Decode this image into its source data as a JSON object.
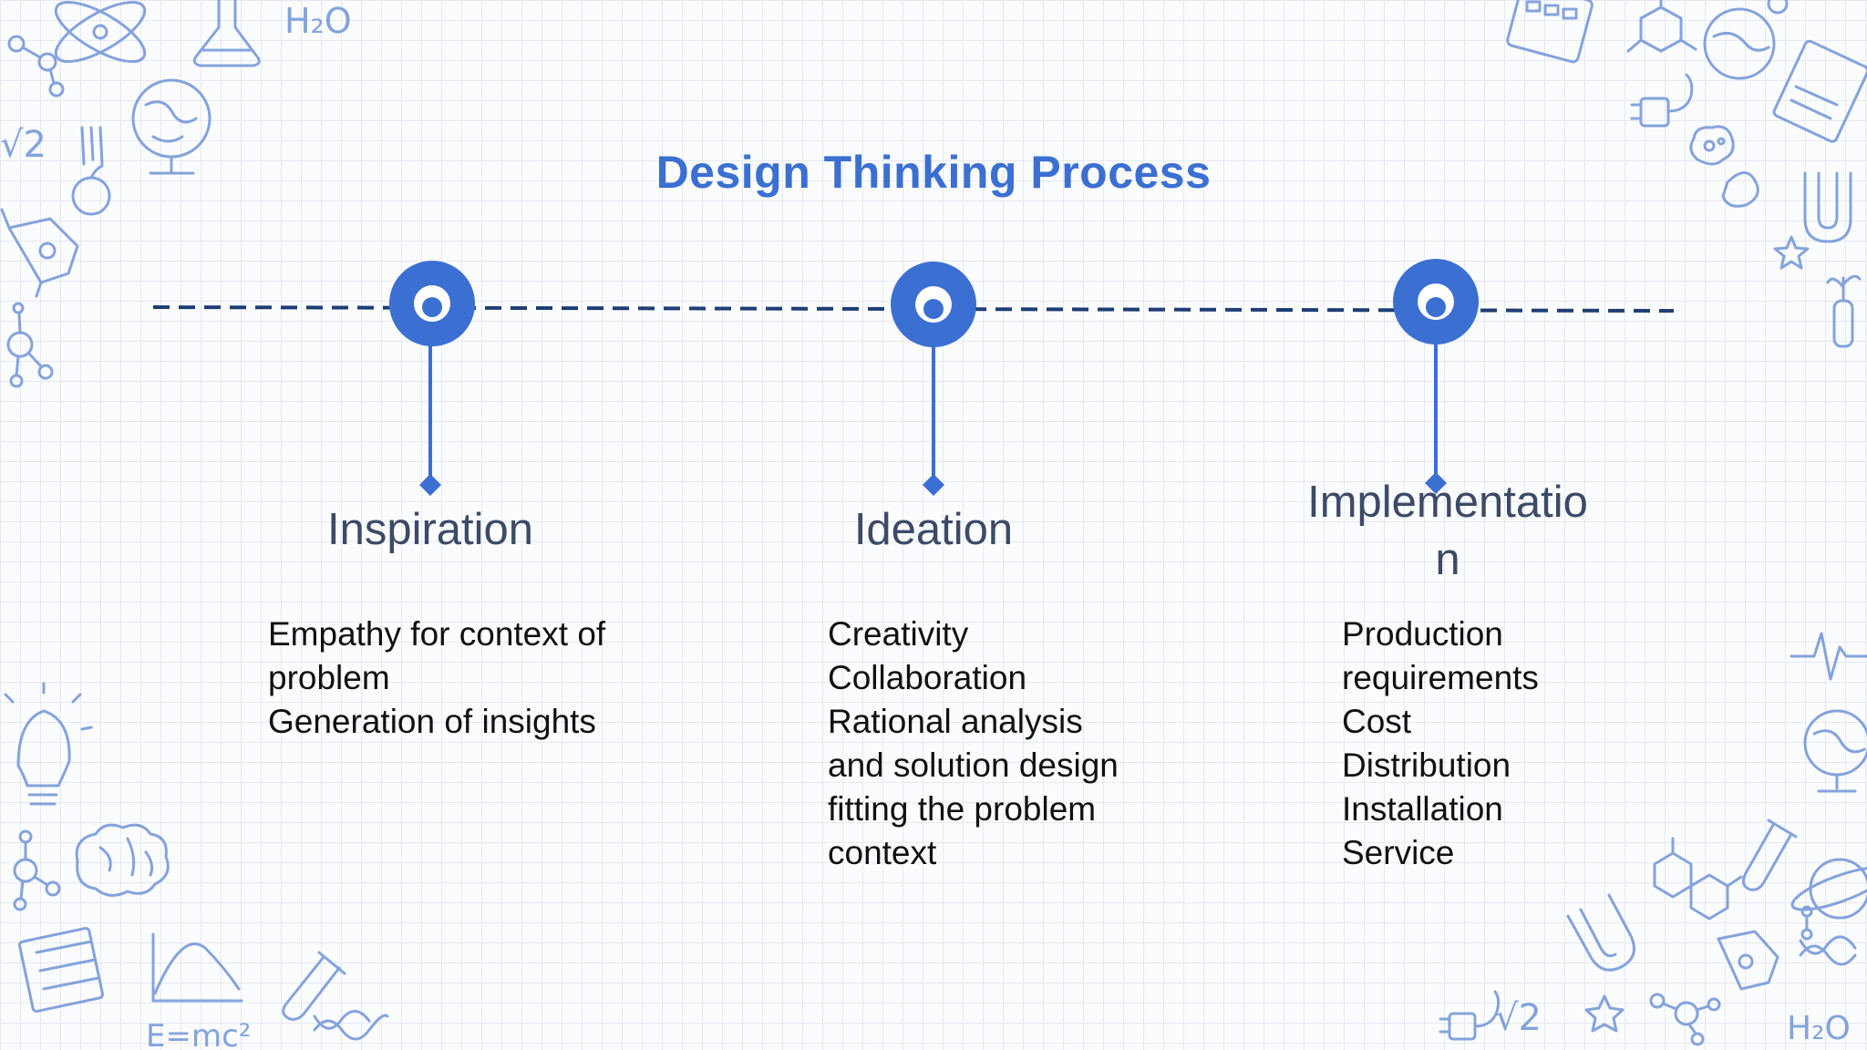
{
  "slide": {
    "title": "Design Thinking Process",
    "accent_color": "#3b6fd1",
    "line_color": "#1e3d73",
    "stages": [
      {
        "title": "Inspiration",
        "title_lines": [
          "Inspiration"
        ],
        "items": [
          "Empathy for context of",
          "problem",
          "Generation of insights"
        ]
      },
      {
        "title": "Ideation",
        "title_lines": [
          "Ideation"
        ],
        "items": [
          "Creativity",
          "Collaboration",
          "Rational analysis",
          "and solution design",
          "fitting the problem",
          "context"
        ]
      },
      {
        "title": "Implementation",
        "title_lines": [
          "Implementatio",
          "n"
        ],
        "items": [
          "Production",
          "requirements",
          "Cost",
          "Distribution",
          "Installation",
          "Service"
        ]
      }
    ],
    "decorations": {
      "formulas": [
        "H₂O",
        "√2",
        "E=mc²",
        "√2",
        "H₂O"
      ],
      "icons": [
        "atom-icon",
        "flask-icon",
        "globe-icon",
        "rocket-icon",
        "molecule-icon",
        "lightbulb-icon",
        "brain-icon",
        "calculator-icon",
        "magnet-icon",
        "microscope-slide-icon",
        "test-tube-icon",
        "planet-icon",
        "star-icon",
        "plant-icon",
        "plug-icon"
      ]
    }
  }
}
